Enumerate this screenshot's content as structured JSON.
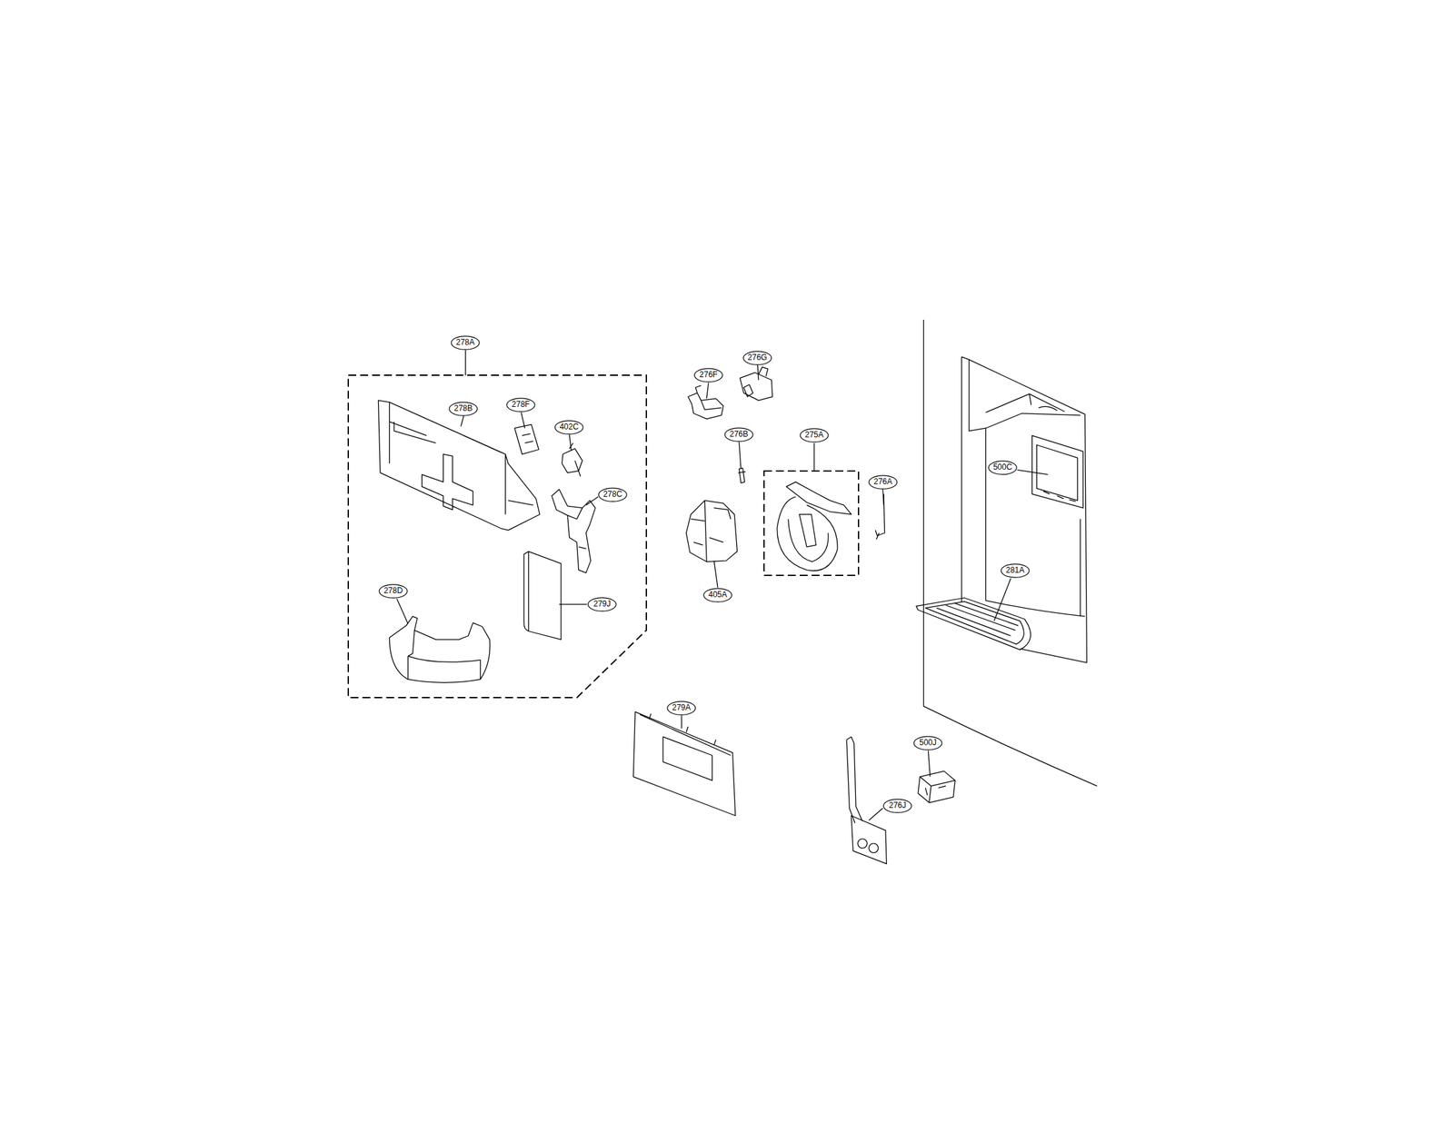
{
  "diagram": {
    "nodes": [
      {
        "text": [
          "278A"
        ]
      },
      {
        "text": [
          "278B"
        ],
        "in": 0
      },
      {
        "text": [
          "278F"
        ],
        "in": 0
      },
      {
        "text": [
          "402C"
        ],
        "in": 0
      },
      {
        "text": [
          "278C"
        ],
        "in": 0
      },
      {
        "text": [
          "278D"
        ],
        "in": 0
      },
      {
        "text": [
          "279J"
        ],
        "in": 0
      },
      {
        "text": [
          "276G"
        ]
      },
      {
        "text": [
          "276F"
        ]
      },
      {
        "text": [
          "276B"
        ]
      },
      {
        "text": [
          "275A"
        ]
      },
      {
        "text": [
          "276A"
        ]
      },
      {
        "text": [
          "500C"
        ]
      },
      {
        "text": [
          "405A"
        ]
      },
      {
        "text": [
          "281A"
        ]
      },
      {
        "text": [
          "279A"
        ]
      },
      {
        "text": [
          "500J"
        ]
      },
      {
        "text": [
          "276J"
        ]
      }
    ]
  }
}
